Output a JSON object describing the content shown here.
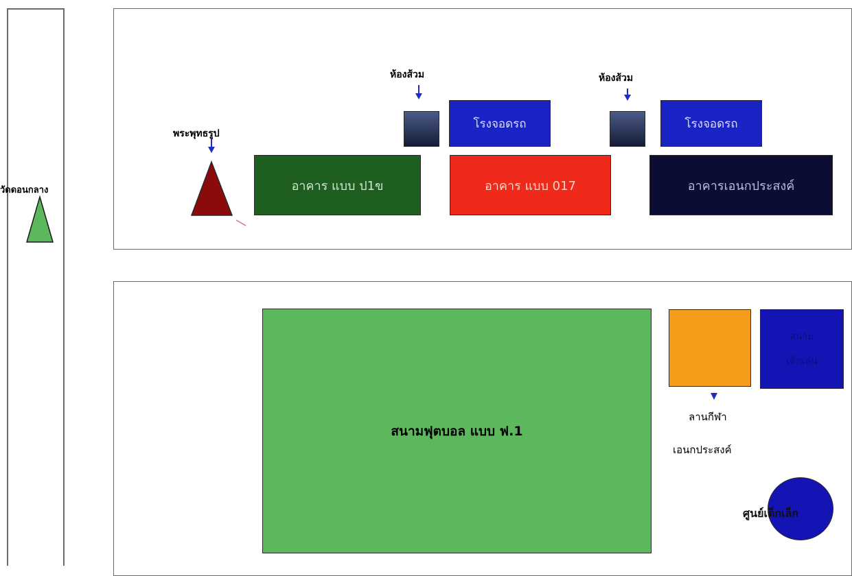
{
  "temple": {
    "label": "วัดดอนกลาง"
  },
  "toilets": [
    {
      "label": "ห้องส้วม"
    },
    {
      "label": "ห้องส้วม"
    }
  ],
  "garages": [
    {
      "label": "โรงจอดรถ"
    },
    {
      "label": "โรงจอดรถ"
    }
  ],
  "buddha_statue": {
    "label": "พระพุทธรูป"
  },
  "buildings": [
    {
      "label": "อาคาร แบบ ป1ข",
      "color": "#1e5e1e"
    },
    {
      "label": "อาคาร แบบ 017",
      "color": "#f02a1a"
    },
    {
      "label": "อาคารเอนกประสงค์",
      "color": "#0b0d33"
    }
  ],
  "football_field": {
    "label": "สนามฟุตบอล แบบ ฟ.1",
    "color": "#5cb85c"
  },
  "multipurpose_court": {
    "label_line1": "ลานกีฬา",
    "label_line2": "เอนกประสงค์",
    "color": "#f59c1a"
  },
  "blue_block": {
    "label_line1": "สนาม",
    "label_line2": "เด็กเล่น",
    "color": "#1414b4"
  },
  "child_center": {
    "label": "ศูนย์เด็กเล็ก",
    "color": "#1414b4"
  },
  "colors": {
    "toilet": "#2b3a66",
    "garage": "#1a23c4",
    "statue": "#8b0a0a",
    "temple_tree": "#5cb85c",
    "arrow": "#1c2fbf"
  }
}
